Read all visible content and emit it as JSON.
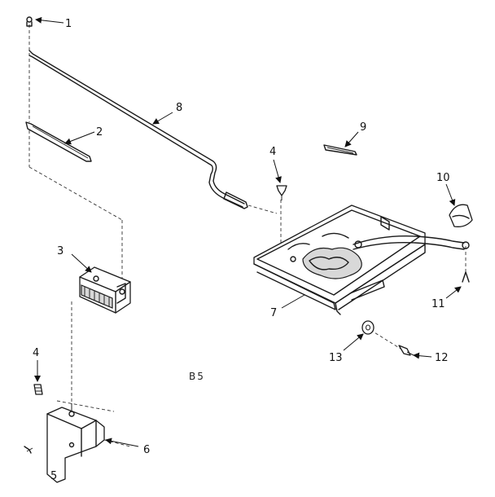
{
  "labels": {
    "p1": "1",
    "p2": "2",
    "p3": "3",
    "p4a": "4",
    "p4b": "4",
    "p5": "5",
    "p6": "6",
    "p7": "7",
    "p8": "8",
    "p9": "9",
    "p10": "10",
    "p11": "11",
    "p12": "12",
    "p13": "13"
  },
  "diagram_code": "B5"
}
